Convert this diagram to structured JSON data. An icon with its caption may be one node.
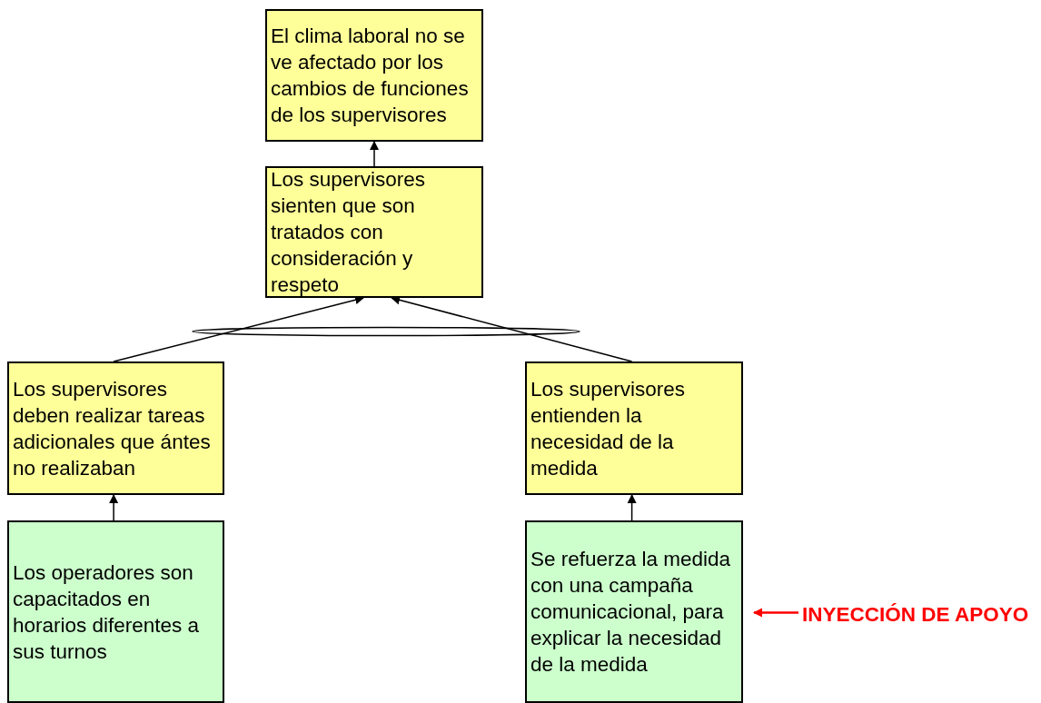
{
  "diagram": {
    "nodes": [
      {
        "text": [
          "El clima laboral no se ve afectado por los cambios de funciones de los supervisores"
        ]
      },
      {
        "text": [
          "Los supervisores sienten que son tratados con consideración y respeto"
        ]
      },
      {
        "text": [
          "Los supervisores deben realizar tareas adicionales que ántes no realizaban"
        ]
      },
      {
        "text": [
          "Los supervisores entienden la necesidad de la medida"
        ]
      },
      {
        "text": [
          "Los operadores son capacitados en horarios diferentes a sus turnos"
        ]
      },
      {
        "text": [
          "Se refuerza la medida con una campaña comunicacional, para explicar la necesidad de la medida"
        ]
      },
      {
        "text": [
          "INYECCIÓN DE APOYO"
        ]
      }
    ],
    "edges": [
      {
        "from": 1,
        "to": 0,
        "arrow": "to"
      },
      {
        "from": 2,
        "to": 1,
        "arrow": "to"
      },
      {
        "from": 3,
        "to": 1,
        "arrow": "to"
      },
      {
        "from": 4,
        "to": 2,
        "arrow": "to"
      },
      {
        "from": 5,
        "to": 3,
        "arrow": "to"
      },
      {
        "from": 6,
        "to": 5,
        "arrow": "to",
        "color": "#ff0000"
      }
    ]
  }
}
